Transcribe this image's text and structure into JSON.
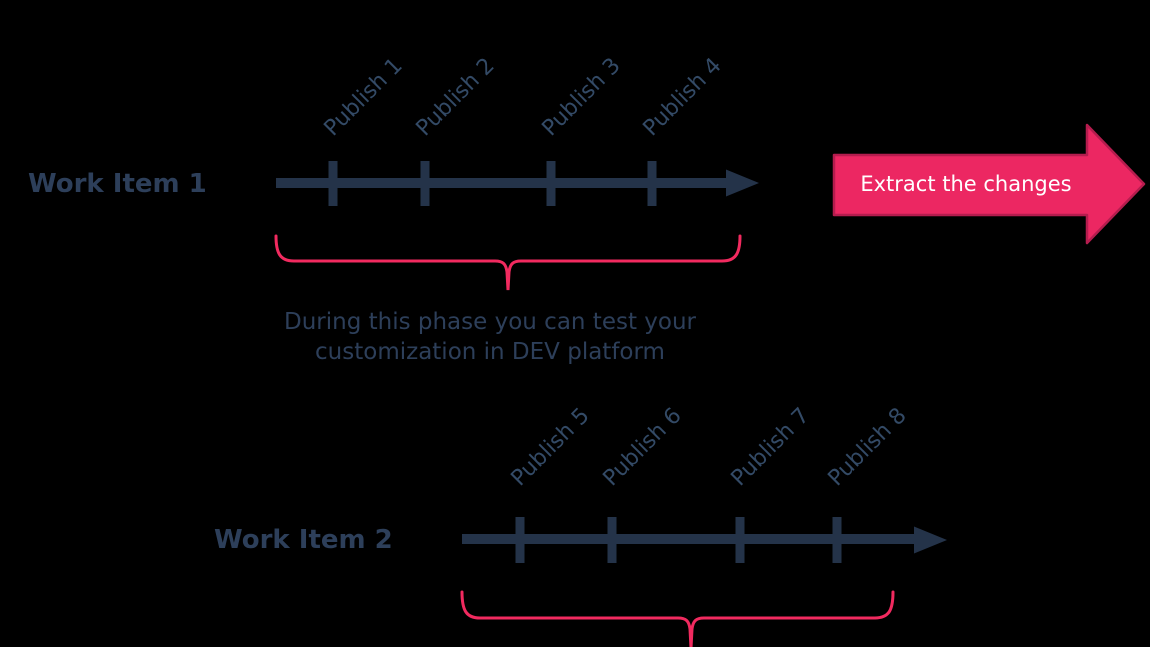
{
  "colors": {
    "background": "#000000",
    "navy": "#243349",
    "navy_text": "#2d3f5a",
    "label_navy": "#334a66",
    "pink": "#f12a5f",
    "arrow_pink": "#ec2762",
    "arrow_border": "#b51c4e",
    "white": "#ffffff"
  },
  "work_items": [
    {
      "label": "Work Item 1"
    },
    {
      "label": "Work Item 2"
    }
  ],
  "timelines": [
    {
      "publishes": [
        "Publish 1",
        "Publish 2",
        "Publish 3",
        "Publish 4"
      ]
    },
    {
      "publishes": [
        "Publish 5",
        "Publish 6",
        "Publish 7",
        "Publish 8"
      ]
    }
  ],
  "extract_arrow": {
    "label": "Extract the changes"
  },
  "phase_note": {
    "line1": "During this phase you can test your",
    "line2": "customization in DEV platform"
  }
}
